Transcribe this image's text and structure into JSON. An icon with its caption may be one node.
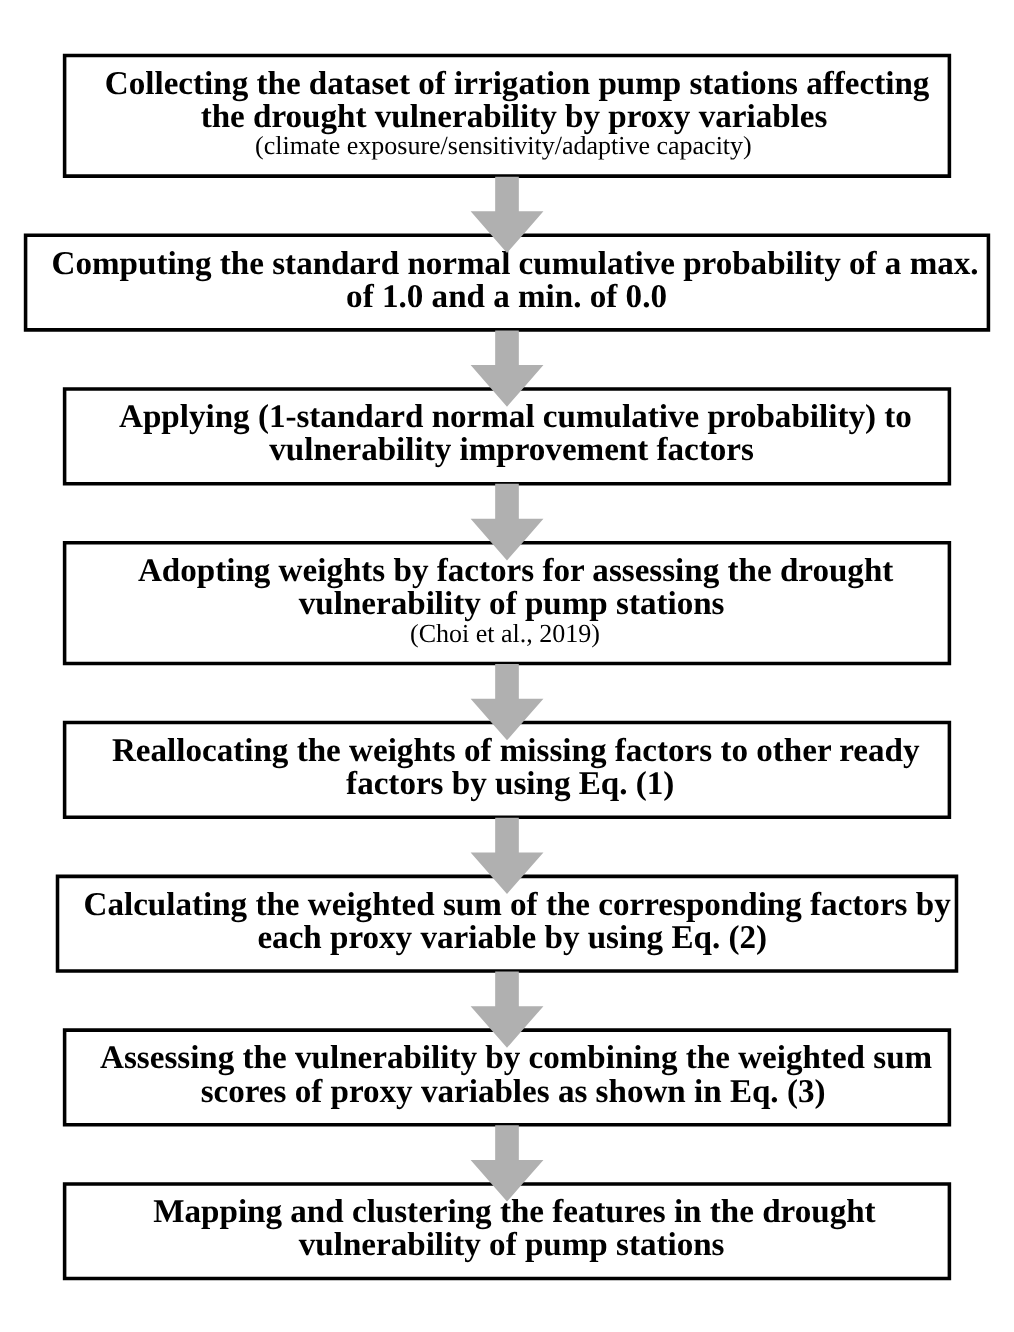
{
  "diagram": {
    "nodes": [
      {
        "text": [
          "Collecting the dataset of irrigation pump stations affecting the drought vulnerability by proxy variables",
          "(climate exposure/sensitivity/adaptive capacity)"
        ]
      },
      {
        "text": [
          "Computing the standard normal cumulative probability of a max. of 1.0 and a min. of 0.0"
        ]
      },
      {
        "text": [
          "Applying (1-standard normal cumulative probability) to vulnerability improvement factors"
        ]
      },
      {
        "text": [
          "Adopting weights by factors for assessing the drought vulnerability of pump stations",
          "(Choi et al., 2019)"
        ]
      },
      {
        "text": [
          "Reallocating the weights of missing factors to other ready factors by using Eq. (1)"
        ]
      },
      {
        "text": [
          "Calculating the weighted sum of the corresponding factors by each proxy variable by using Eq. (2)"
        ]
      },
      {
        "text": [
          "Assessing the vulnerability by combining the weighted sum scores of proxy variables as shown in Eq. (3)"
        ]
      },
      {
        "text": [
          "Mapping and clustering the features in the drought vulnerability of pump stations"
        ]
      }
    ],
    "edges": [
      {
        "from": 0,
        "to": 1,
        "arrow": "to"
      },
      {
        "from": 1,
        "to": 2,
        "arrow": "to"
      },
      {
        "from": 2,
        "to": 3,
        "arrow": "to"
      },
      {
        "from": 3,
        "to": 4,
        "arrow": "to"
      },
      {
        "from": 4,
        "to": 5,
        "arrow": "to"
      },
      {
        "from": 5,
        "to": 6,
        "arrow": "to"
      },
      {
        "from": 6,
        "to": 7,
        "arrow": "to"
      }
    ]
  }
}
